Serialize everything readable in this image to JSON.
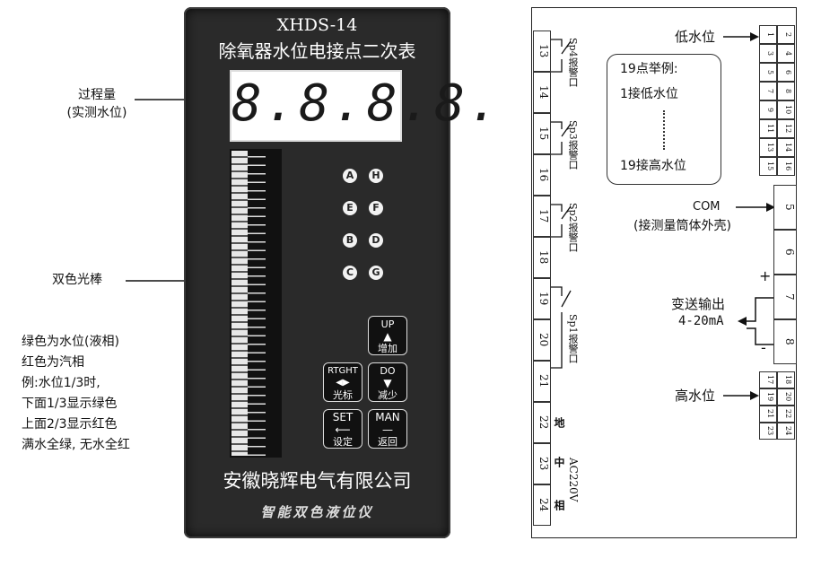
{
  "front": {
    "model": "XHDS-14",
    "product_name": "除氧器水位电接点二次表",
    "display_value": "8.8.8.8.",
    "leds": [
      "A",
      "H",
      "E",
      "F",
      "B",
      "D",
      "C",
      "G"
    ],
    "keys": {
      "up": {
        "top": "UP",
        "bottom": "增加",
        "icon": "▲"
      },
      "right": {
        "top": "RTGHT",
        "bottom": "光标",
        "icon": "◀▶"
      },
      "down": {
        "top": "DO",
        "bottom": "减少",
        "icon": "▼"
      },
      "set": {
        "top": "SET",
        "bottom": "设定",
        "icon": "⟵"
      },
      "man": {
        "top": "MAN",
        "bottom": "返回",
        "icon": "—"
      }
    },
    "company": "安徽晓辉电气有限公司",
    "brand_line": "智能双色液位仪"
  },
  "left_notes": {
    "process_label_1": "过程量",
    "process_label_2": "(实测水位)",
    "bar_label": "双色光棒",
    "desc": [
      "绿色为水位(液相)",
      "红色为汽相",
      "例:水位1/3时,",
      "下面1/3显示绿色",
      "上面2/3显示红色",
      "满水全绿, 无水全红"
    ]
  },
  "rear": {
    "left_terminals": [
      "13",
      "14",
      "15",
      "16",
      "17",
      "18",
      "19",
      "20",
      "21",
      "22",
      "23",
      "24"
    ],
    "alarms": [
      "Sp4报警口",
      "Sp3报警口",
      "Sp2报警口",
      "Sp1报警口"
    ],
    "power_label": "AC220V",
    "power_marks": [
      "地",
      "中",
      "相"
    ],
    "top_grid": [
      [
        "1",
        "2"
      ],
      [
        "3",
        "4"
      ],
      [
        "5",
        "6"
      ],
      [
        "7",
        "8"
      ],
      [
        "9",
        "10"
      ],
      [
        "11",
        "12"
      ],
      [
        "13",
        "14"
      ],
      [
        "15",
        "16"
      ]
    ],
    "bottom_grid": [
      [
        "17",
        "18"
      ],
      [
        "19",
        "20"
      ],
      [
        "21",
        "22"
      ],
      [
        "23",
        "24"
      ]
    ],
    "right_terminals": [
      "5",
      "6",
      "7",
      "8"
    ],
    "low_water": "低水位",
    "high_water": "高水位",
    "example_title": "19点举例:",
    "example_line1": "1接低水位",
    "example_dots": "⋮",
    "example_line2": "19接高水位",
    "com_label": "COM",
    "com_desc": "(接测量筒体外壳)",
    "transmit_label": "变送输出",
    "transmit_range": "4-20mA",
    "plus": "+",
    "minus": "-"
  }
}
